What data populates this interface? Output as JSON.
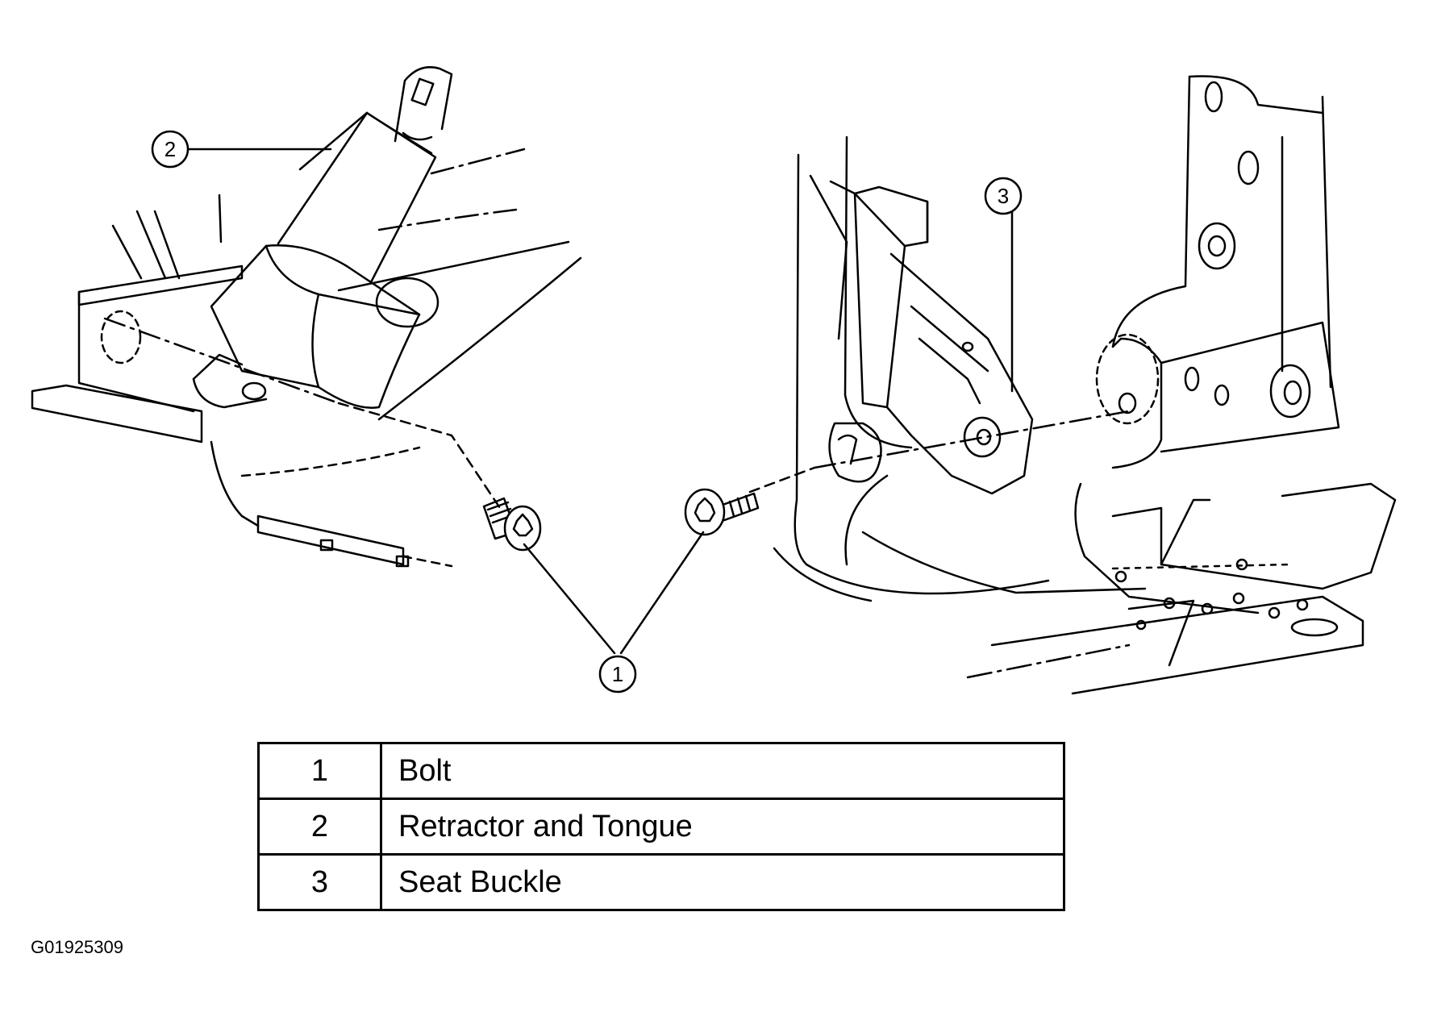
{
  "callouts": [
    {
      "number": "1"
    },
    {
      "number": "2"
    },
    {
      "number": "3"
    }
  ],
  "legend": {
    "rows": [
      {
        "number": "1",
        "description": "Bolt"
      },
      {
        "number": "2",
        "description": "Retractor and Tongue"
      },
      {
        "number": "3",
        "description": "Seat Buckle"
      }
    ]
  },
  "figure_id": "G01925309"
}
